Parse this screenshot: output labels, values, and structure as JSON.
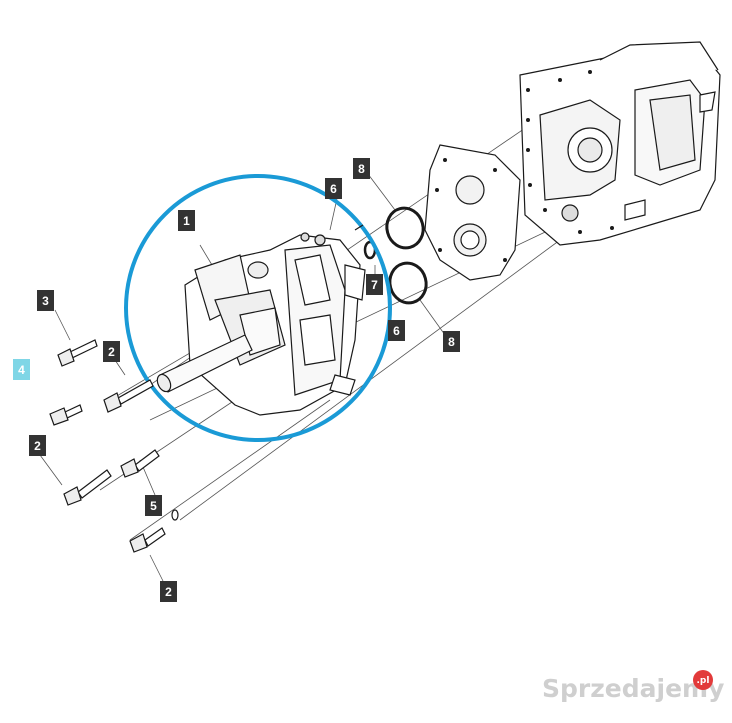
{
  "diagram": {
    "callouts": [
      {
        "id": "c1",
        "label": "1",
        "highlight": false
      },
      {
        "id": "c2a",
        "label": "2",
        "highlight": false
      },
      {
        "id": "c3",
        "label": "3",
        "highlight": false
      },
      {
        "id": "c4",
        "label": "4",
        "highlight": true
      },
      {
        "id": "c2b",
        "label": "2",
        "highlight": false
      },
      {
        "id": "c5",
        "label": "5",
        "highlight": false
      },
      {
        "id": "c2c",
        "label": "2",
        "highlight": false
      },
      {
        "id": "c6",
        "label": "6",
        "highlight": false
      },
      {
        "id": "c7",
        "label": "7",
        "highlight": false
      },
      {
        "id": "c8a",
        "label": "8",
        "highlight": false
      },
      {
        "id": "c8b",
        "label": "8",
        "highlight": false
      },
      {
        "id": "c6b",
        "label": "6",
        "highlight": false
      }
    ],
    "colors": {
      "callout_bg": "#333333",
      "callout_highlight": "#7fd6e6",
      "ring": "#1a9ad6",
      "line": "#1a1a1a",
      "watermark": "#cfcfcf",
      "watermark_dot": "#e23a3a"
    },
    "parts": [
      "pump-assembly",
      "housing",
      "adapter-plate",
      "o-ring",
      "bolt",
      "washer",
      "seal-ring"
    ]
  },
  "watermark": {
    "text": "Sprzedajemy",
    "badge": ".pl"
  }
}
